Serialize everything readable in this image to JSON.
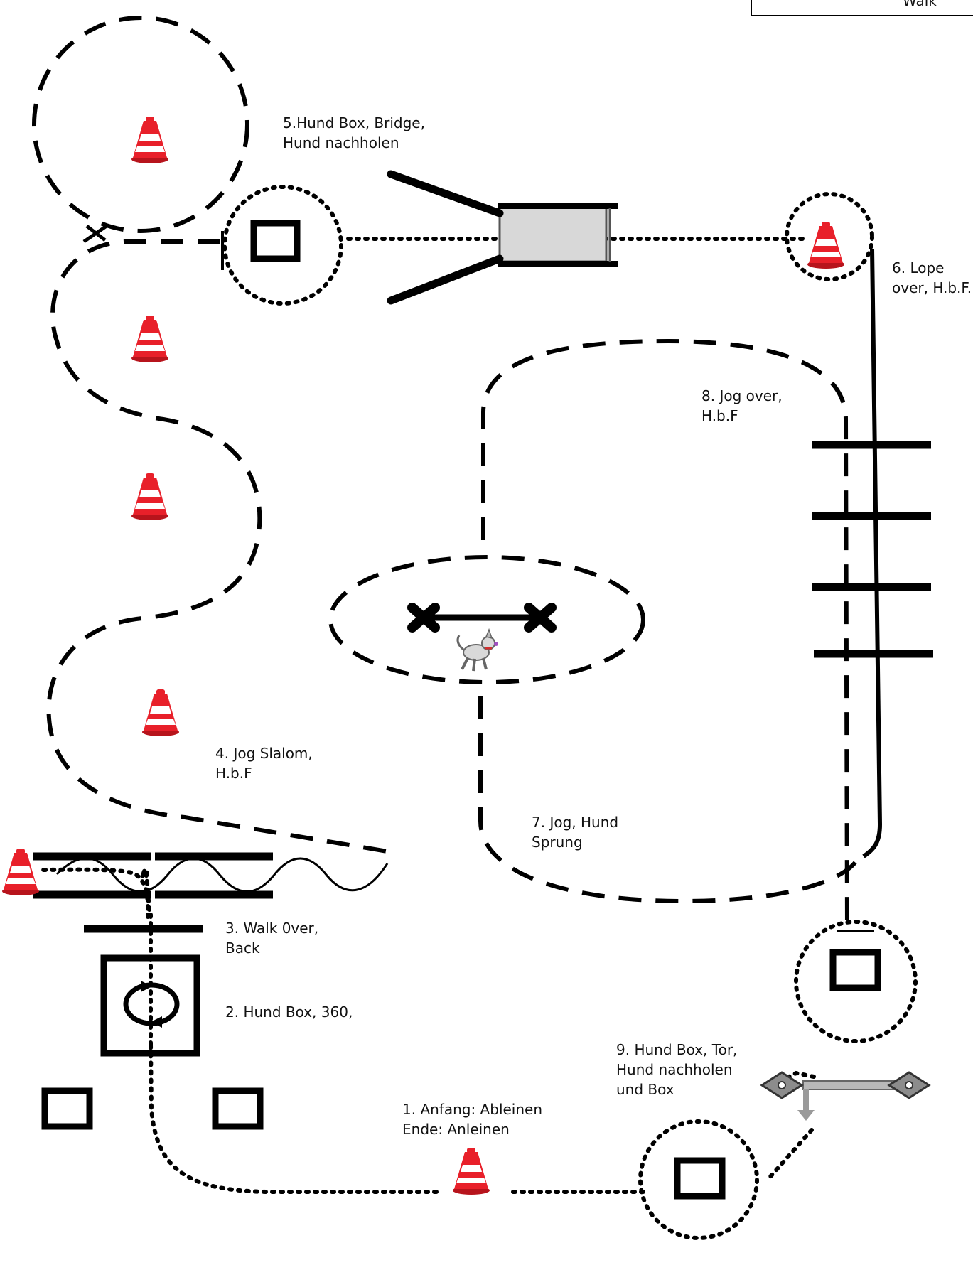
{
  "legend": {
    "walk": "Walk"
  },
  "stations": {
    "s1": {
      "line1": "1. Anfang: Ableinen",
      "line2": "Ende: Anleinen"
    },
    "s2": {
      "line1": "2. Hund Box, 360,"
    },
    "s3": {
      "line1": "3. Walk 0ver,",
      "line2": "Back"
    },
    "s4": {
      "line1": "4. Jog Slalom,",
      "line2": "H.b.F"
    },
    "s5": {
      "line1": "5.Hund Box, Bridge,",
      "line2": "Hund nachholen"
    },
    "s6": {
      "line1": "6. Lope",
      "line2": "over, H.b.F."
    },
    "s7": {
      "line1": "7. Jog, Hund",
      "line2": "Sprung"
    },
    "s8": {
      "line1": "8. Jog over,",
      "line2": "H.b.F"
    },
    "s9": {
      "line1": "9. Hund Box, Tor,",
      "line2": "Hund nachholen",
      "line3": "und Box"
    }
  },
  "colors": {
    "cone": "#e8202a",
    "cone_stripe": "#ffffff",
    "gate": "#9a9a9a",
    "line": "#000000"
  },
  "icons": [
    "traffic-cone-icon",
    "dog-icon",
    "rotate-360-icon",
    "gate-icon",
    "bridge-icon"
  ]
}
